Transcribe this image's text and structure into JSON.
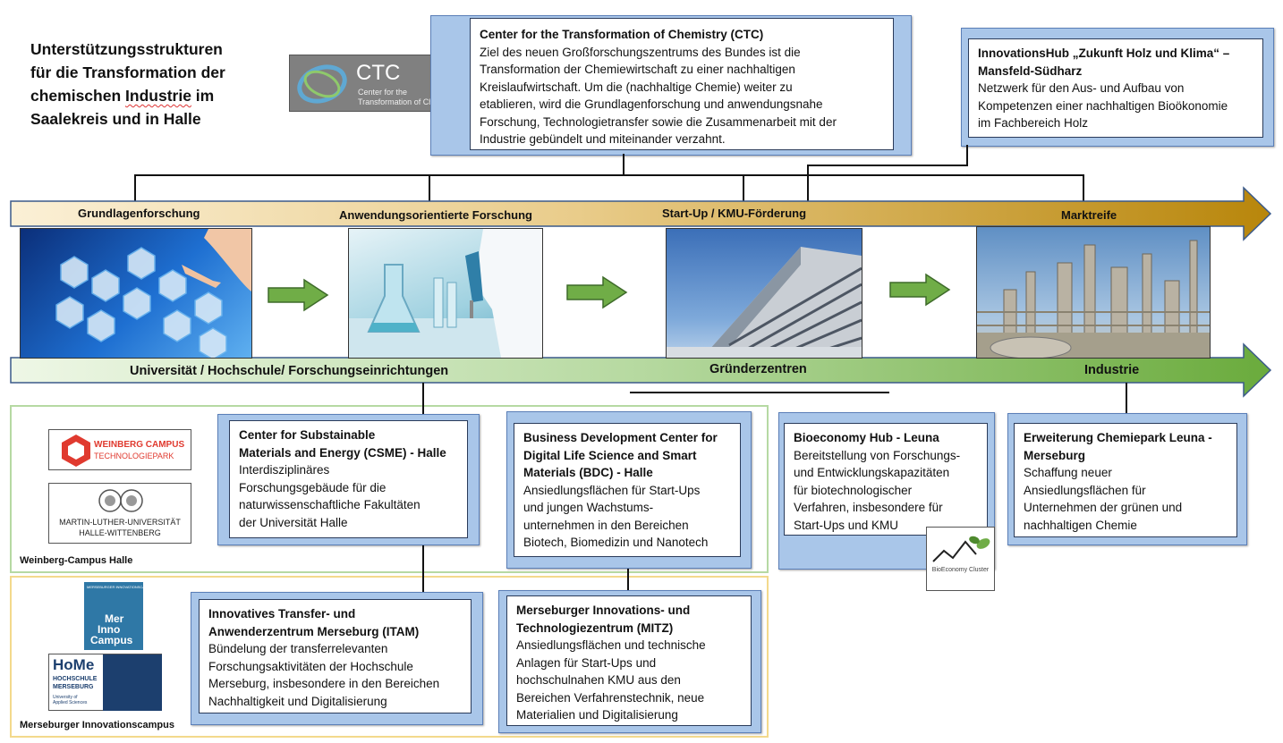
{
  "title_lines": [
    "Unterstützungsstrukturen",
    "für die Transformation der",
    "chemischen Industrie im",
    "Saalekreis und in Halle"
  ],
  "ctc_logo": {
    "abbr": "CTC",
    "line1": "Center for the",
    "line2": "Transformation of Chemistry"
  },
  "ctc_box": {
    "heading": "Center for the Transformation of Chemistry (CTC)",
    "text": [
      "Ziel des neuen Großforschungszentrums des Bundes ist die",
      "Transformation der Chemiewirtschaft zu einer nachhaltigen",
      "Kreislaufwirtschaft. Um die (nachhaltige Chemie) weiter zu",
      "etablieren, wird die Grundlagenforschung und anwendungsnahe",
      "Forschung, Technologietransfer sowie die Zusammenarbeit mit der",
      "Industrie gebündelt und miteinander verzahnt."
    ]
  },
  "hub_box": {
    "heading": [
      "InnovationsHub „Zukunft Holz und Klima“ –",
      "Mansfeld-Südharz"
    ],
    "text": [
      "Netzwerk für den Aus- und Aufbau von",
      "Kompetenzen einer nachhaltigen Bioökonomie",
      "im Fachbereich Holz"
    ]
  },
  "top_arrow": {
    "stages": [
      "Grundlagenforschung",
      "Anwendungsorientierte  Forschung",
      "Start-Up  /  KMU-Förderung",
      "Marktreife"
    ],
    "colors": {
      "start": "#fbf0d6",
      "end": "#b8860b"
    }
  },
  "bottom_arrow": {
    "labels": [
      "Universität / Hochschule/ Forschungseinrichtungen",
      "Gründerzentren",
      "Industrie"
    ],
    "colors": {
      "start": "#eef7e6",
      "end": "#6aab3c"
    }
  },
  "photos": [
    "digital-network-photo",
    "laboratory-photo",
    "office-building-photo",
    "chemical-plant-photo"
  ],
  "regions": {
    "weinberg": {
      "label": "Weinberg-Campus  Halle",
      "color": "#b6d9a3"
    },
    "merseburg": {
      "label": "Merseburger  Innovationscampus",
      "color": "#f3d98c"
    }
  },
  "logos": {
    "weinberg": {
      "line1": "WEINBERG CAMPUS",
      "line2": "TECHNOLOGIEPARK"
    },
    "mlu": {
      "line1": "MARTIN-LUTHER-UNIVERSITÄT",
      "line2": "HALLE-WITTENBERG"
    },
    "merinno": {
      "top": "MERSEBURGER INNOVATIONSCAMPUS",
      "w1": "Mer",
      "w2": "Inno",
      "w3": "Campus"
    },
    "home": {
      "big": "HoMe",
      "l1": "HOCHSCHULE",
      "l2": "MERSEBURG",
      "l3": "University of",
      "l4": "Applied Sciences"
    },
    "bioeconomy": {
      "text": "BioEconomy Cluster"
    }
  },
  "csme_box": {
    "heading": [
      "Center for Substainable",
      "Materials and Energy (CSME) - Halle"
    ],
    "text": [
      "Interdisziplinäres",
      "Forschungsgebäude für die",
      "naturwissenschaftliche  Fakultäten",
      "der Universität Halle"
    ]
  },
  "bdc_box": {
    "heading": [
      "Business Development Center for",
      "Digital Life Science and Smart",
      "Materials (BDC) - Halle"
    ],
    "text": [
      "Ansiedlungsflächen für Start-Ups",
      "und jungen Wachstums-",
      "unternehmen in den Bereichen",
      "Biotech, Biomedizin und Nanotech"
    ]
  },
  "bioeco_box": {
    "heading": [
      "Bioeconomy Hub - Leuna"
    ],
    "text": [
      "Bereitstellung von Forschungs-",
      "und Entwicklungskapazitäten",
      "für biotechnologischer",
      "Verfahren, insbesondere für",
      "Start-Ups und KMU"
    ]
  },
  "chemie_box": {
    "heading": [
      "Erweiterung Chemiepark Leuna -",
      "Merseburg"
    ],
    "text": [
      "Schaffung neuer",
      "Ansiedlungsflächen  für",
      "Unternehmen der grünen und",
      "nachhaltigen Chemie"
    ]
  },
  "itam_box": {
    "heading": [
      "Innovatives Transfer- und",
      "Anwenderzentrum Merseburg (ITAM)"
    ],
    "text": [
      "Bündelung der transferrelevanten",
      "Forschungsaktivitäten der Hochschule",
      "Merseburg, insbesondere in den Bereichen",
      "Nachhaltigkeit und Digitalisierung"
    ]
  },
  "mitz_box": {
    "heading": [
      "Merseburger Innovations- und",
      "Technologiezentrum  (MITZ)"
    ],
    "text": [
      "Ansiedlungsflächen und technische",
      "Anlagen für Start-Ups und",
      "hochschulnahen KMU aus den",
      "Bereichen Verfahrenstechnik, neue",
      "Materialien und Digitalisierung"
    ]
  }
}
